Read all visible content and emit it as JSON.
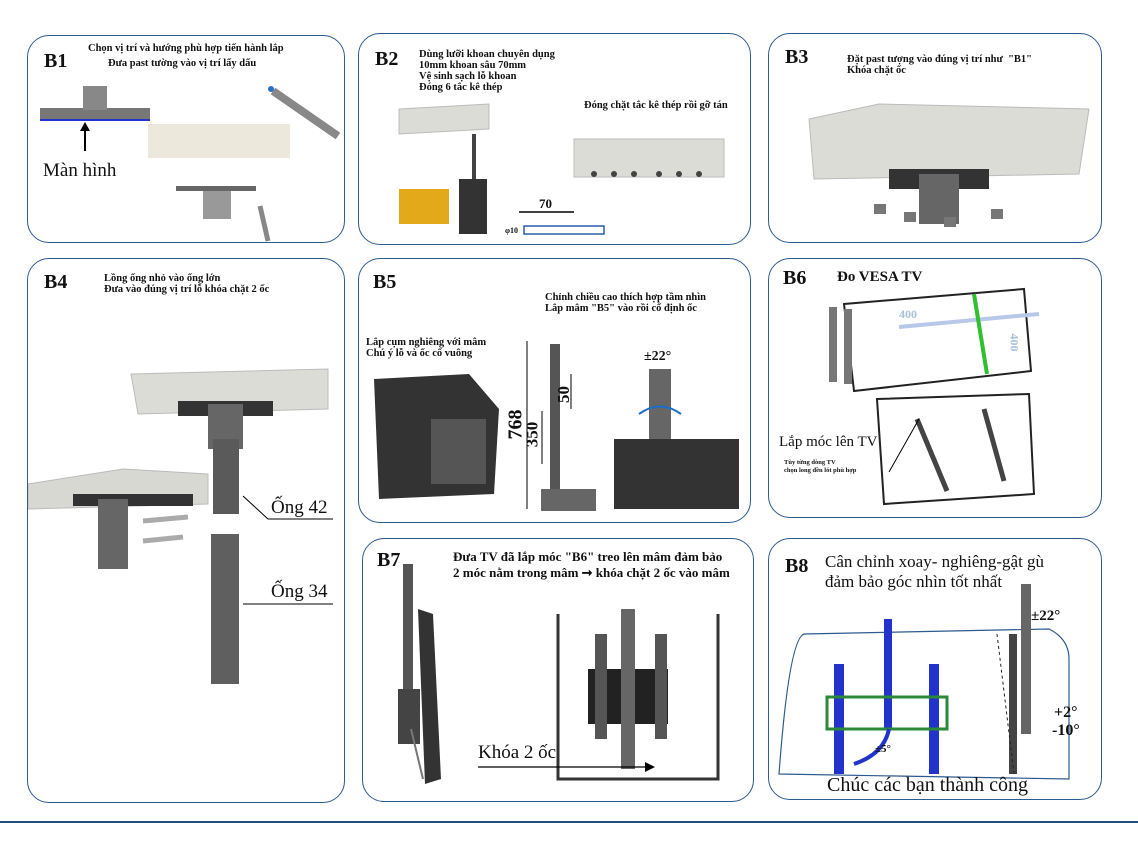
{
  "title": "Hướng dẫn lắp đặt giá treo TV trần",
  "steps": {
    "b1": {
      "label": "B1",
      "line1": "Chọn vị trí và hướng phù hợp tiến hành lắp",
      "line2": "Đưa past tường vào vị trí lấy dấu",
      "callout": "Màn hình"
    },
    "b2": {
      "label": "B2",
      "line1": "Dùng lưỡi khoan chuyên dụng",
      "line2": "10mm khoan sâu 70mm",
      "line3": "Vệ sinh sạch lỗ khoan",
      "line4": "Đóng 6 tắc kê thép",
      "note": "Đóng chặt tắc kê thép rồi gỡ tán",
      "drill_depth": "70",
      "drill_diameter": "φ10"
    },
    "b3": {
      "label": "B3",
      "line1": "Đặt past tượng vào đúng vị trí như  \"B1\"",
      "line2": "Khóa chặt ốc"
    },
    "b4": {
      "label": "B4",
      "line1": "Lồng ống nhỏ vào ống lớn",
      "line2": "Đưa vào đúng vị trí lỗ khóa chặt 2 ốc",
      "pipe_large": "Ống 42",
      "pipe_small": "Ống 34"
    },
    "b5": {
      "label": "B5",
      "line1": "Chỉnh chiều cao thích hợp tầm nhìn",
      "line2": "Lắp mâm \"B5\" vào rồi cố định ốc",
      "side1": "Lắp cụm nghiêng với mâm",
      "side2": "Chú ý lỗ và ốc cổ vuông",
      "dim_total": "768",
      "dim_adjust": "350",
      "dim_step": "50",
      "rotation": "±22°"
    },
    "b6": {
      "label": "B6",
      "title": "Đo VESA TV",
      "vesa_w": "400",
      "vesa_h": "400",
      "hook_label": "Lắp móc lên TV",
      "hook_note1": "Tùy từng dòng TV",
      "hook_note2": "chọn long đền lót phù hợp"
    },
    "b7": {
      "label": "B7",
      "line1": "Đưa TV đã lắp móc \"B6\" treo lên mâm đảm bảo",
      "line2": "2 móc nằm trong mâm ➞ khóa chặt 2 ốc vào mâm",
      "lock": "Khóa 2 ốc"
    },
    "b8": {
      "label": "B8",
      "line1": "Cân chỉnh xoay- nghiêng-gật gù",
      "line2": "đảm bảo góc nhìn tốt nhất",
      "swivel": "±22°",
      "tilt_up": "+2°",
      "tilt_down": "-10°",
      "level": "±5°",
      "closing": "Chúc các bạn thành công"
    }
  },
  "colors": {
    "border": "#2d5a8f",
    "footer": "#1e4f7d",
    "green": "#2fbf2f",
    "blue": "#2233cc"
  }
}
